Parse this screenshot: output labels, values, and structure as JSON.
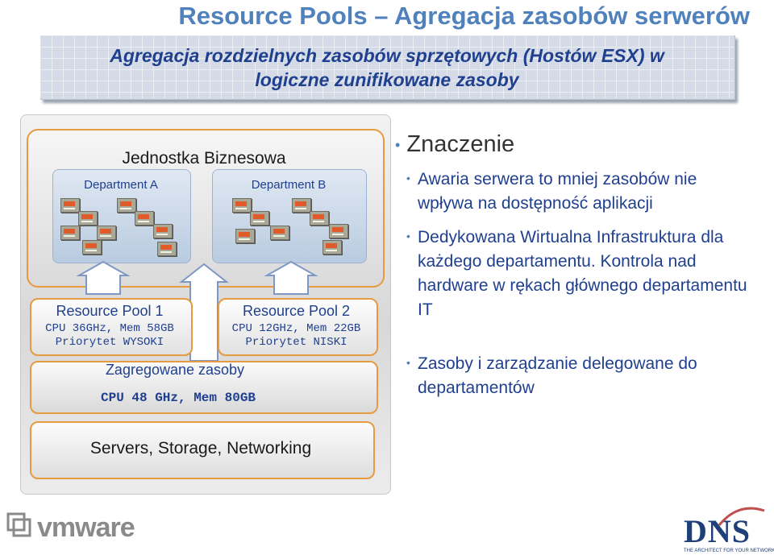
{
  "title": "Resource Pools – Agregacja zasobów serwerów",
  "subtitle_line1": "Agregacja rozdzielnych zasobów sprzętowych (Hostów ESX) w",
  "subtitle_line2": "logiczne zunifikowane zasoby",
  "diagram": {
    "business_unit": "Jednostka Biznesowa",
    "department_a": "Department A",
    "department_b": "Department B",
    "pool1": {
      "title": "Resource Pool 1",
      "line1": "CPU 36GHz, Mem 58GB",
      "line2": "Priorytet WYSOKI"
    },
    "pool2": {
      "title": "Resource Pool 2",
      "line1": "CPU 12GHz, Mem 22GB",
      "line2": "Priorytet NISKI"
    },
    "aggregated": {
      "title": "Zagregowane zasoby",
      "cpu": "CPU 48 GHz, Mem 80GB"
    },
    "servers": "Servers, Storage, Networking"
  },
  "meaning": {
    "heading": "Znaczenie",
    "points": [
      "Awaria serwera to mniej zasobów nie wpływa na dostępność aplikacji",
      "Dedykowana  Wirtualna Infrastruktura dla każdego departamentu. Kontrola nad hardware w rękach głównego departamentu IT",
      "Zasoby i zarządzanie delegowane do departamentów"
    ]
  },
  "logos": {
    "vmware": "vmware",
    "dns": "DNS",
    "dns_tagline": "THE ARCHITECT FOR YOUR NETWORK"
  },
  "colors": {
    "title_blue": "#4f81bd",
    "text_navy": "#1f3f8f",
    "box_border_orange": "#e79a3f",
    "arrow_border": "#7e97c5"
  }
}
